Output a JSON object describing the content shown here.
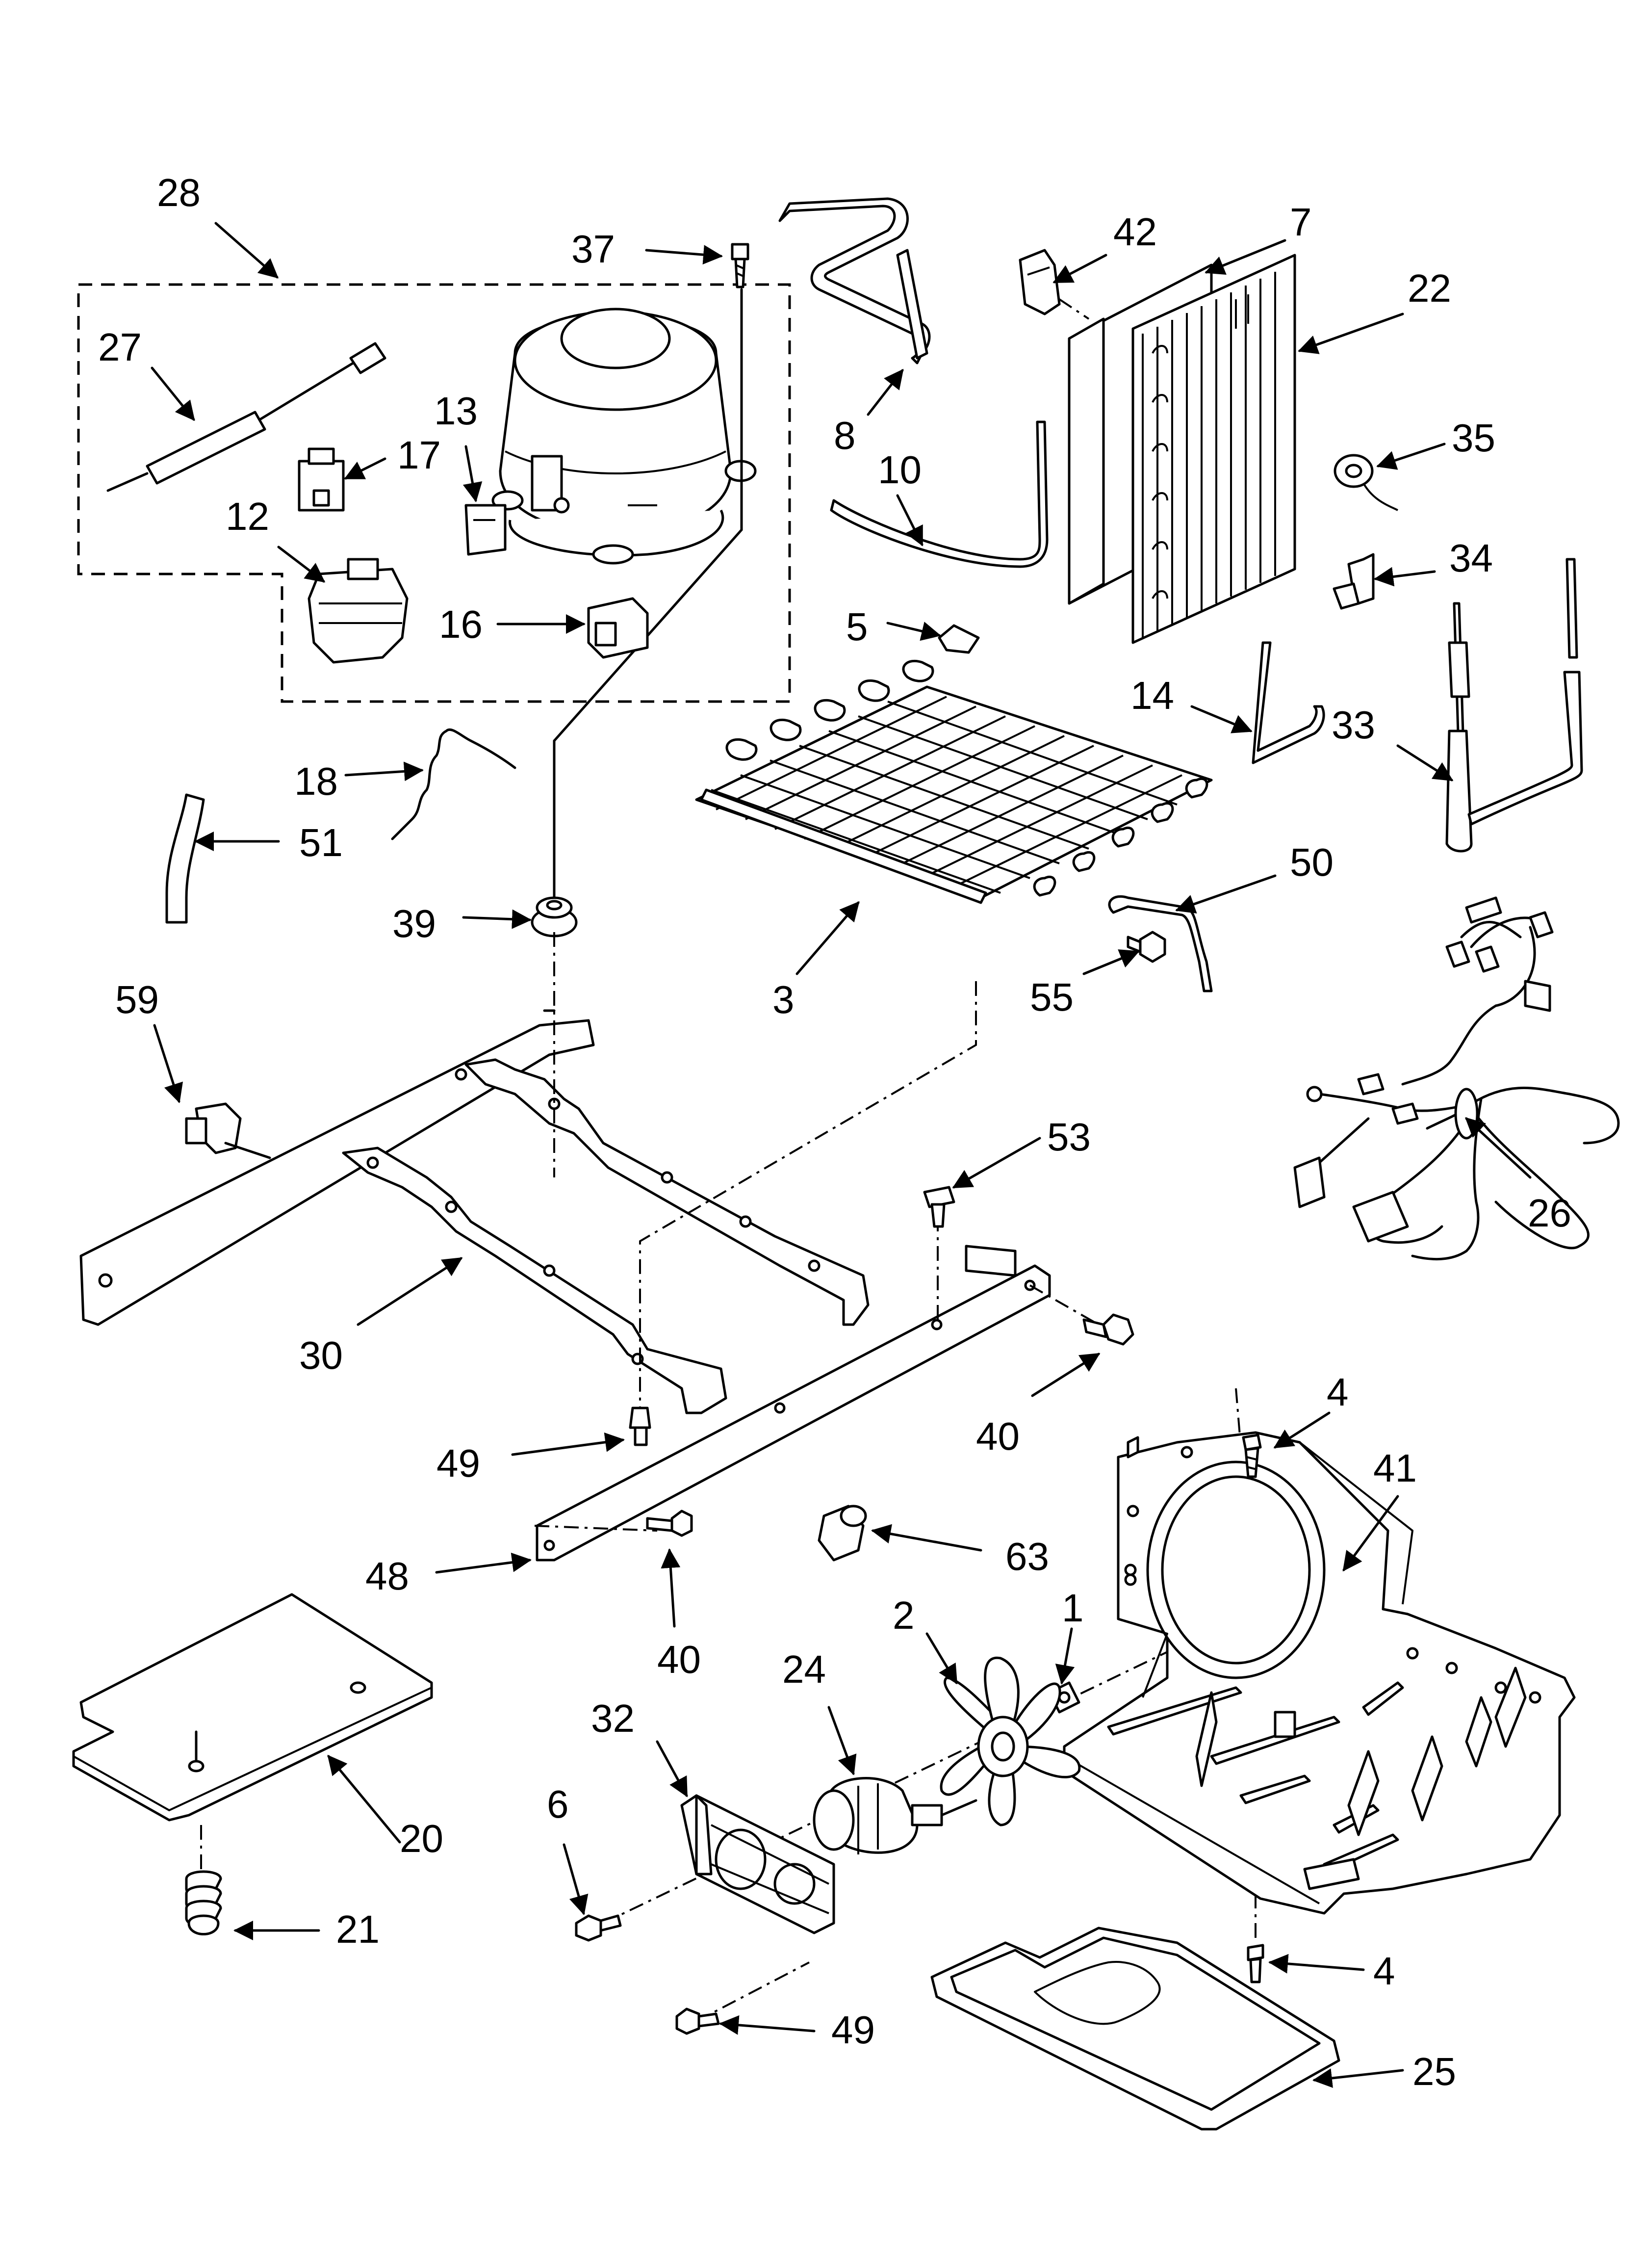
{
  "labels": {
    "l1": "1",
    "l2": "2",
    "l3": "3",
    "l4a": "4",
    "l4b": "4",
    "l5": "5",
    "l6": "6",
    "l7": "7",
    "l8": "8",
    "l10": "10",
    "l12": "12",
    "l13": "13",
    "l14": "14",
    "l16": "16",
    "l17": "17",
    "l18": "18",
    "l20": "20",
    "l21": "21",
    "l22": "22",
    "l24": "24",
    "l25": "25",
    "l26": "26",
    "l27": "27",
    "l28": "28",
    "l30": "30",
    "l32": "32",
    "l33": "33",
    "l34": "34",
    "l35": "35",
    "l37": "37",
    "l39": "39",
    "l40a": "40",
    "l40b": "40",
    "l41": "41",
    "l42": "42",
    "l48": "48",
    "l49a": "49",
    "l49b": "49",
    "l50": "50",
    "l51": "51",
    "l53": "53",
    "l55": "55",
    "l59": "59",
    "l63": "63"
  }
}
